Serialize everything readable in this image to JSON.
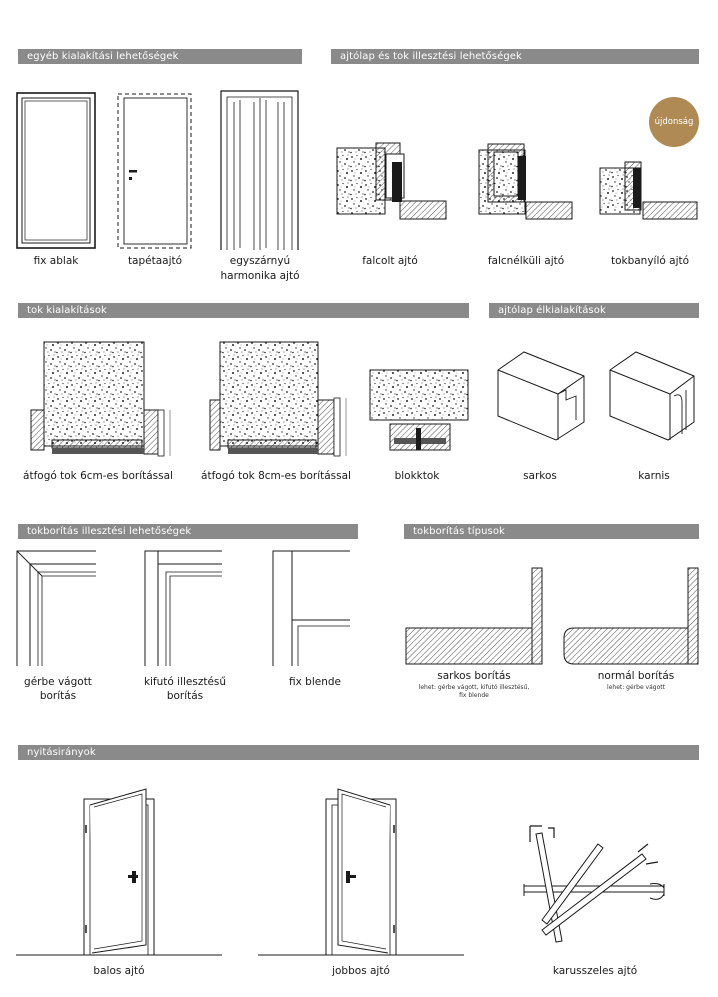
{
  "sections": {
    "egyeb": "egyéb kialakítási lehetőségek",
    "ajtolap_tok": "ajtólap és tok illesztési lehetőségek",
    "tok": "tok kialakítások",
    "elkialakitas": "ajtólap élkialakítások",
    "tokboritas_illesztes": "tokborítás illesztési lehetőségek",
    "tokboritas_tipus": "tokborítás típusok",
    "nyitasiranyok": "nyitásirányok"
  },
  "labels": {
    "fix_ablak": "fix ablak",
    "tapetaajto": "tapétaajtó",
    "harmonika_1": "egyszárnyú",
    "harmonika_2": "harmonika ajtó",
    "falcolt": "falcolt ajtó",
    "falcnelkuli": "falcnélküli ajtó",
    "tokbanyilo": "tokbanyíló ajtó",
    "atfogo6": "átfogó tok 6cm-es borítással",
    "atfogo8": "átfogó tok 8cm-es borítással",
    "blokktok": "blokktok",
    "sarkos": "sarkos",
    "karnis": "karnis",
    "gerbe_1": "gérbe vágott",
    "gerbe_2": "borítás",
    "kifuto_1": "kifutó illesztésű",
    "kifuto_2": "borítás",
    "fix_blende": "fix blende",
    "sarkos_boritas": "sarkos borítás",
    "sarkos_boritas_note_1": "lehet: gérbe vágott, kifutó illesztésű,",
    "sarkos_boritas_note_2": "fix blende",
    "normal_boritas": "normál borítás",
    "normal_boritas_note": "lehet: gérbe vágott",
    "balos": "balos ajtó",
    "jobbos": "jobbos ajtó",
    "karusszeles": "karusszeles ajtó"
  },
  "badge": "újdonság",
  "colors": {
    "bar": "#8a8a8a",
    "badge": "#b08a55",
    "line": "#1a1a1a"
  }
}
